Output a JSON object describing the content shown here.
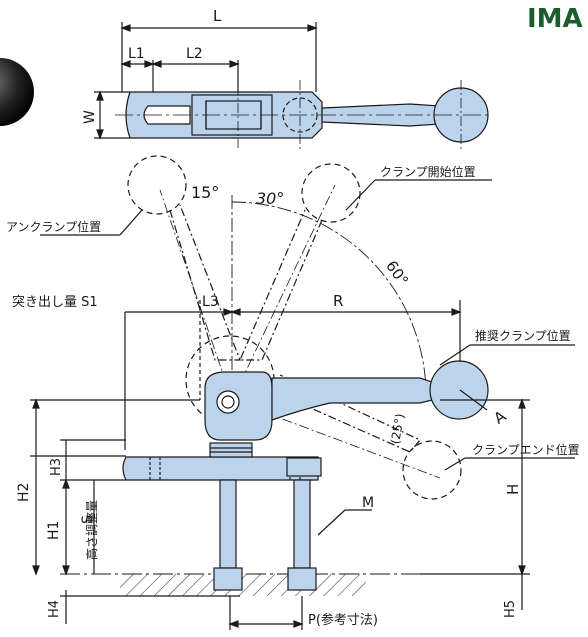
{
  "brand": {
    "logo_text": "IMA"
  },
  "colors": {
    "part_fill": "#bcd3ec",
    "part_stroke": "#1a1a1a",
    "knob_dark": "#1b1b1b",
    "hatch": "#444444",
    "logo": "#1a5e2e"
  },
  "dimensions": {
    "L": "L",
    "L1": "L1",
    "L2": "L2",
    "W": "W",
    "L3": "L3",
    "R": "R",
    "A": "A",
    "H": "H",
    "H1": "H1",
    "H2": "H2",
    "H3": "H3",
    "H4": "H4",
    "H5": "H5",
    "S": "S",
    "M": "M",
    "P": "P(参考寸法)"
  },
  "angles": {
    "a15": "15°",
    "a30": "30°",
    "a60": "60°",
    "a25": "(25°)"
  },
  "labels": {
    "unclamp_position": "アンクランプ位置",
    "clamp_start_position": "クランプ開始位置",
    "recommended_clamp_position": "推奨クランプ位置",
    "clamp_end_position": "クランプエンド位置",
    "protrusion_amount": "突き出し量 S1",
    "height_adjustment": "高さ調整量"
  }
}
